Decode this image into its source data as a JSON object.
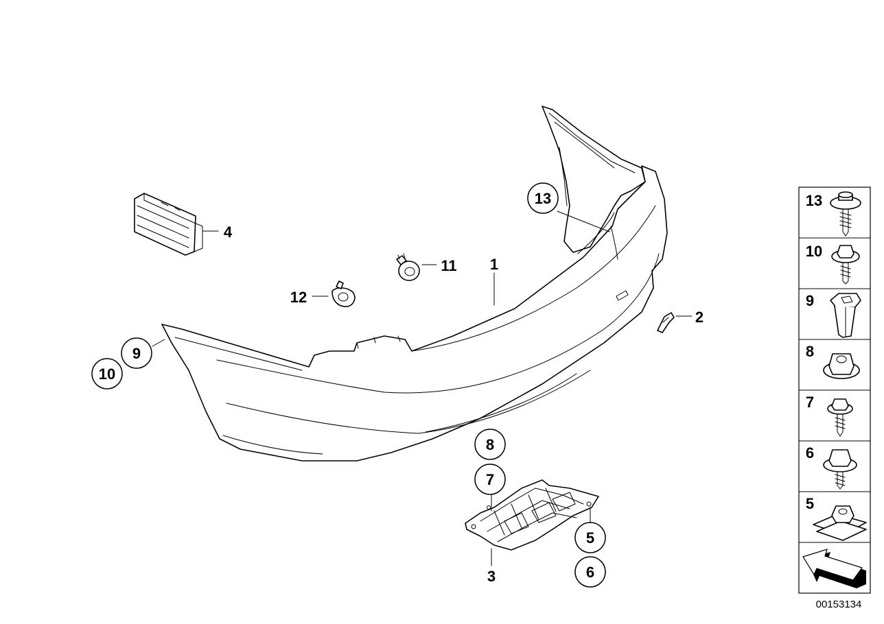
{
  "diagram": {
    "callouts": [
      "1",
      "2",
      "3",
      "4",
      "5",
      "6",
      "7",
      "8",
      "9",
      "10",
      "11",
      "12",
      "13"
    ],
    "legend_items": [
      "13",
      "10",
      "9",
      "8",
      "7",
      "6",
      "5"
    ],
    "diagram_number": "00153134"
  }
}
